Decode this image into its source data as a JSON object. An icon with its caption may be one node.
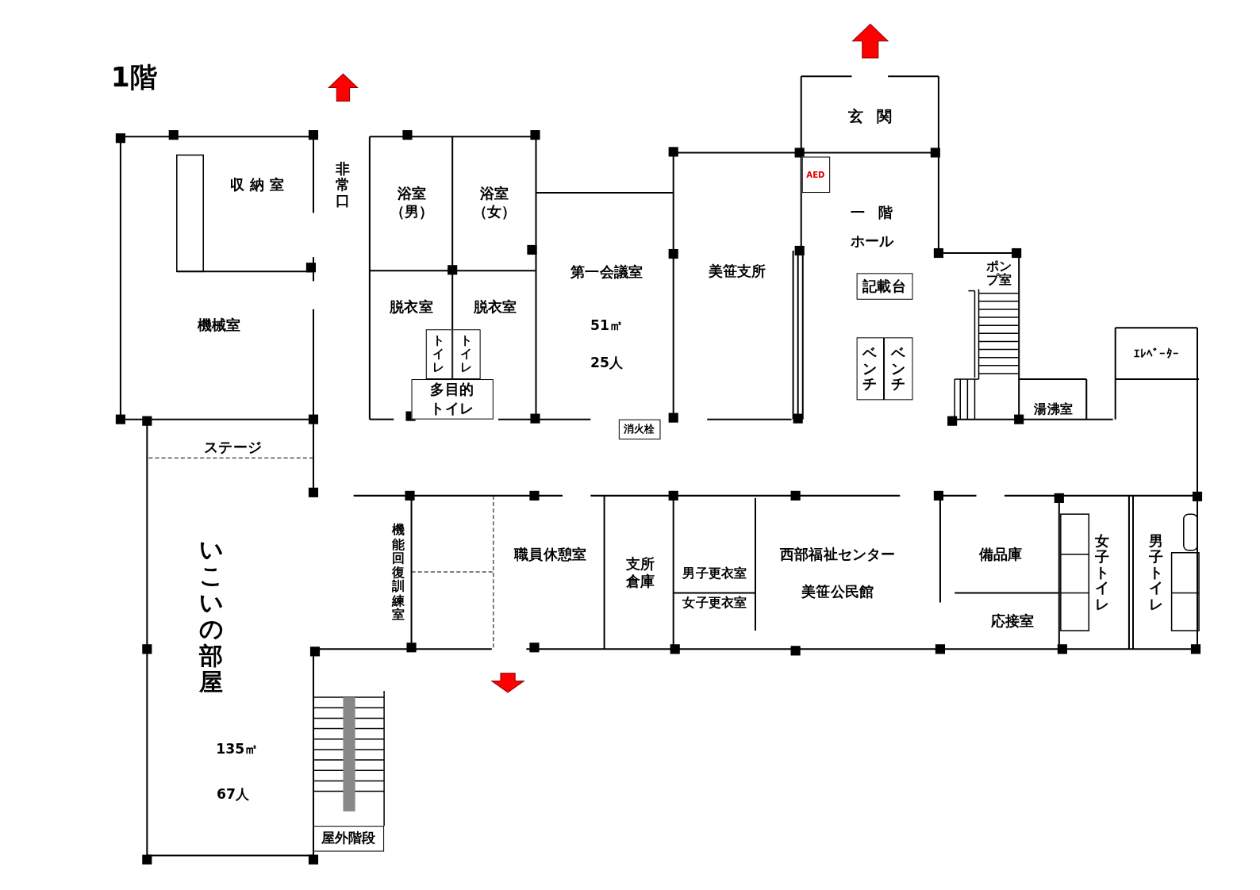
{
  "diagram": {
    "title": "1階",
    "nodes": [
      {
        "text": [
          "収 納 室"
        ]
      },
      {
        "text": [
          "非常口"
        ]
      },
      {
        "text": [
          "浴室（男）"
        ]
      },
      {
        "text": [
          "浴室（女）"
        ]
      },
      {
        "text": [
          "機械室"
        ]
      },
      {
        "text": [
          "脱衣室"
        ]
      },
      {
        "text": [
          "脱衣室"
        ]
      },
      {
        "text": [
          "トイレ"
        ]
      },
      {
        "text": [
          "トイレ"
        ]
      },
      {
        "text": [
          "多目的トイレ"
        ]
      },
      {
        "text": [
          "第一会議室",
          "51㎡",
          "25人"
        ]
      },
      {
        "text": [
          "美笹支所"
        ]
      },
      {
        "text": [
          "玄 関"
        ]
      },
      {
        "text": [
          "AED"
        ]
      },
      {
        "text": [
          "一 階",
          "ホール"
        ]
      },
      {
        "text": [
          "記載台"
        ]
      },
      {
        "text": [
          "ベンチ"
        ]
      },
      {
        "text": [
          "ベンチ"
        ]
      },
      {
        "text": [
          "ポンプ室"
        ]
      },
      {
        "text": [
          "ｴﾚﾍﾞｰﾀｰ"
        ]
      },
      {
        "text": [
          "湯沸室"
        ]
      },
      {
        "text": [
          "ステージ"
        ]
      },
      {
        "text": [
          "消火栓"
        ]
      },
      {
        "text": [
          "いこいの部屋",
          "135㎡",
          "67人"
        ]
      },
      {
        "text": [
          "機能回復訓練室"
        ]
      },
      {
        "text": [
          "職員休憩室"
        ]
      },
      {
        "text": [
          "支所倉庫"
        ]
      },
      {
        "text": [
          "男子更衣室"
        ]
      },
      {
        "text": [
          "女子更衣室"
        ]
      },
      {
        "text": [
          "西部福祉センター",
          "美笹公民館"
        ]
      },
      {
        "text": [
          "備品庫"
        ]
      },
      {
        "text": [
          "応接室"
        ]
      },
      {
        "text": [
          "女子トイレ"
        ]
      },
      {
        "text": [
          "男子トイレ"
        ]
      },
      {
        "text": [
          "屋外階段"
        ]
      }
    ]
  }
}
